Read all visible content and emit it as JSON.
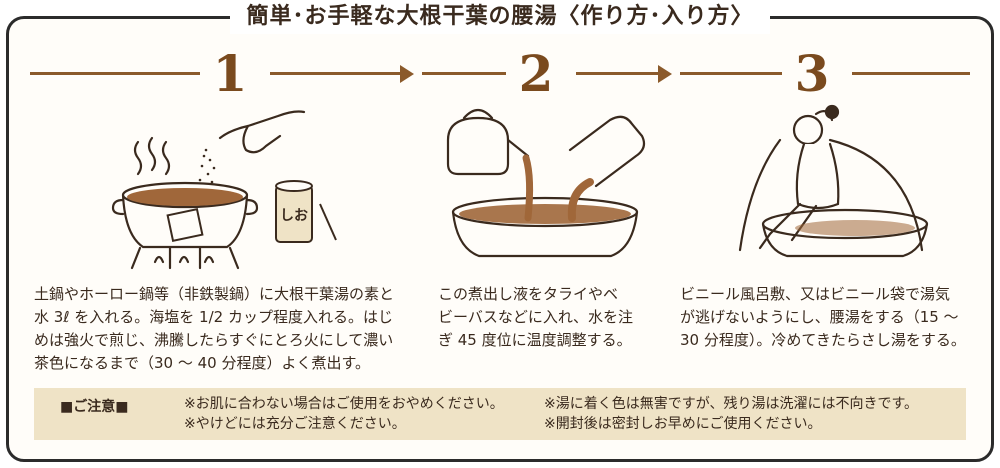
{
  "title": "簡単･お手軽な大根干葉の腰湯〈作り方･入り方〉",
  "steps": [
    {
      "number": "1",
      "lines": [
        "土鍋やホーロー鍋等（非鉄製鍋）に大根干葉湯の素と",
        "水 3ℓ を入れる。海塩を 1/2 カップ程度入れる。はじ",
        "めは強火で煎じ、沸騰したらすぐにとろ火にして濃い",
        "茶色になるまで（30 ～ 40 分程度）よく煮出す。"
      ],
      "can_label": "しお"
    },
    {
      "number": "2",
      "lines": [
        "この煮出し液をタライやベ",
        "ビーバスなどに入れ、水を注",
        "ぎ 45 度位に温度調整する。"
      ]
    },
    {
      "number": "3",
      "lines": [
        "ビニール風呂敷、又はビニール袋で湯気",
        "が逃げないようにし、腰湯をする（15 ～",
        "30 分程度）。冷めてきたらさし湯をする。"
      ]
    }
  ],
  "notice": {
    "label": "■ご注意■",
    "col1": [
      "※お肌に合わない場合はご使用をおやめください。",
      "※やけどには充分ご注意ください。"
    ],
    "col2": [
      "※湯に着く色は無害ですが、残り湯は洗濯には不向きです。",
      "※開封後は密封しお早めにご使用ください。"
    ]
  },
  "colors": {
    "accent": "#8b5a2b",
    "number": "#7a4a1e",
    "notice_bg": "#efe3c6",
    "liquid": "#a0673a"
  }
}
